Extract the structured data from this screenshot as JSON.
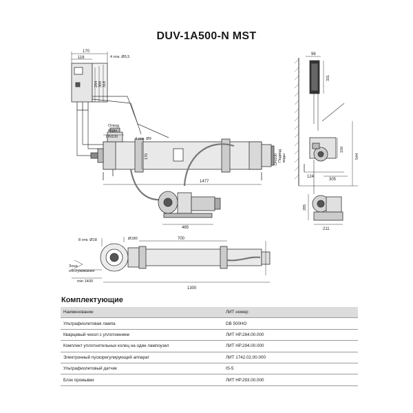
{
  "title": "DUV-1A500-N MST",
  "colors": {
    "line": "#333333",
    "fill": "#e6e6e6",
    "dark": "#555555",
    "header": "#dcdcdc"
  },
  "labels": {
    "ctrl_w1": "170",
    "ctrl_w2": "116",
    "holes_small": "4 отв. Ø5,5",
    "ctrl_h1": "284",
    "ctrl_h2": "305",
    "ctrl_h3": "318",
    "outlet_line1": "Отвод",
    "outlet_line2": "воды",
    "outlet_dn": "DN100",
    "holes_large": "4 отв. Ø9",
    "height_170": "170",
    "length_1477": "1477",
    "inlet_dn": "DN100",
    "inlet_line1": "Подвод",
    "inlet_line2": "воды",
    "side_96": "96",
    "side_331": "331",
    "side_150": "150",
    "side_544": "544",
    "side_124": "124",
    "side_305": "305",
    "side_285": "285",
    "side_211": "211",
    "pump_465": "465",
    "flange_holes": "8 отв. Ø18",
    "diam_180": "Ø180",
    "len_700": "700",
    "zone_line1": "Зона",
    "zone_line2": "обслуживания",
    "min_1400": "min 1400",
    "len_1300": "1300"
  },
  "parts": {
    "title": "Комплектующие",
    "header": [
      "Наименование",
      "ЛИТ номер"
    ],
    "rows": [
      [
        "Ультрафиолетовая лампа",
        "DB 500HO"
      ],
      [
        "Кварцевый чехол с уплотнением",
        "ЛИТ HP.284.00.000"
      ],
      [
        "Комплект уплотнительных колец на один лампоузел",
        "ЛИТ HP.294.00.000"
      ],
      [
        "Электронный пускорегулирующий аппарат",
        "ЛИТ 1742.02.00.000"
      ],
      [
        "Ультрафиолетовый датчик",
        "IS-5"
      ],
      [
        "Блок промывки",
        "ЛИТ HP.293.00.000"
      ]
    ]
  }
}
